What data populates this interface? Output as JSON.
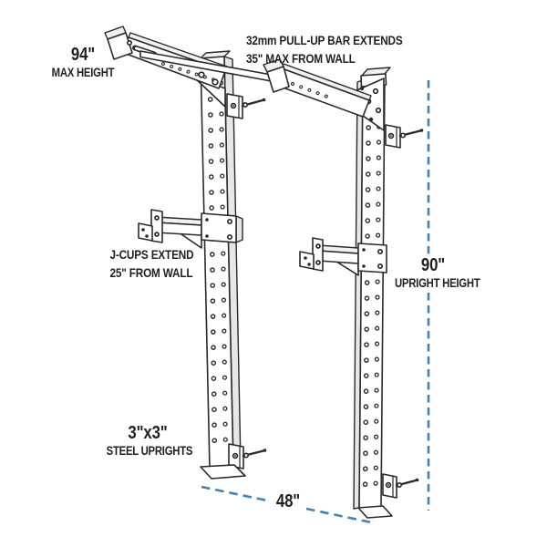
{
  "colors": {
    "bg": "#ffffff",
    "line": "#2a2a2a",
    "text": "#231f20",
    "dim": "#4a80ad"
  },
  "labels": {
    "max_height": {
      "value": "94\"",
      "caption": "MAX HEIGHT"
    },
    "pullup_bar": {
      "line1": "32mm PULL-UP BAR EXTENDS",
      "line2": "35\" MAX FROM WALL"
    },
    "j_cups": {
      "line1": "J-CUPS EXTEND",
      "line2": "25\" FROM WALL"
    },
    "upright_height": {
      "value": "90\"",
      "caption": "UPRIGHT HEIGHT"
    },
    "steel_uprights": {
      "value": "3\"x3\"",
      "caption": "STEEL UPRIGHTS"
    },
    "width": {
      "value": "48\""
    }
  },
  "dimension_lines": [
    {
      "name": "upright-height",
      "orientation": "vertical",
      "style": "dashed"
    },
    {
      "name": "rack-width",
      "orientation": "diagonal",
      "style": "dashed"
    }
  ]
}
